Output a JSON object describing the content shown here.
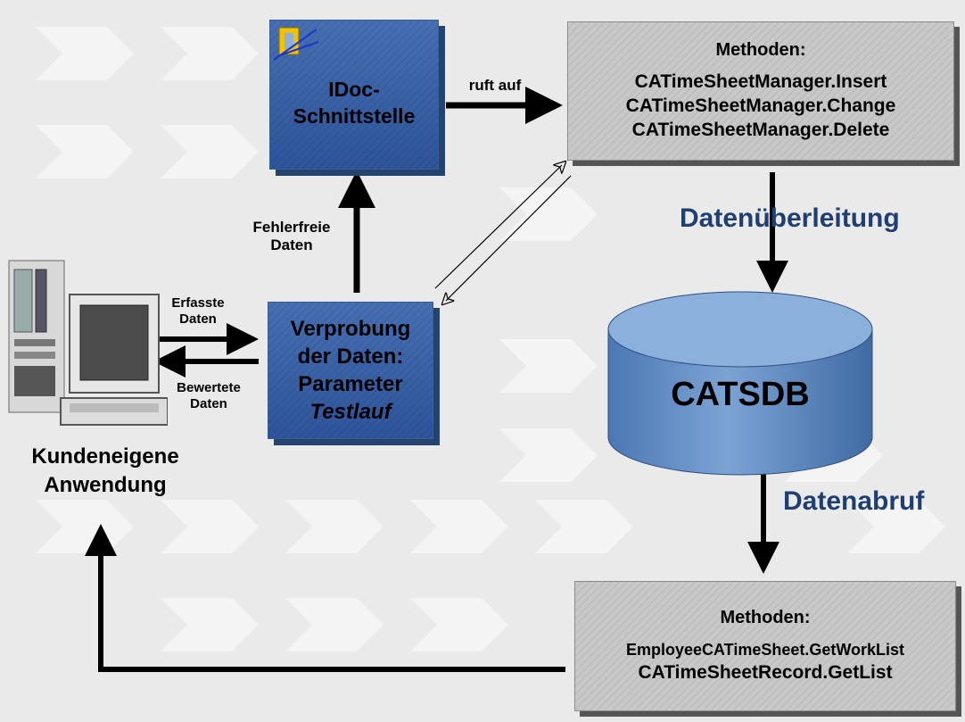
{
  "idoc_box": {
    "line1": "IDoc-",
    "line2": "Schnittstelle"
  },
  "methods_top": {
    "title": "Methoden:",
    "items": [
      "CATimeSheetManager.Insert",
      "CATimeSheetManager.Change",
      "CATimeSheetManager.Delete"
    ]
  },
  "check_box": {
    "line1": "Verprobung",
    "line2": "der Daten:",
    "line3": "Parameter",
    "line4": "Testlauf"
  },
  "db": {
    "label": "CATSDB"
  },
  "methods_bottom": {
    "title": "Methoden:",
    "items": [
      "EmployeeCATimeSheet.GetWorkList",
      "CATimeSheetRecord.GetList"
    ]
  },
  "labels": {
    "calls": "ruft auf",
    "error_free_1": "Fehlerfreie",
    "error_free_2": "Daten",
    "captured_1": "Erfasste",
    "captured_2": "Daten",
    "evaluated_1": "Bewertete",
    "evaluated_2": "Daten",
    "transfer": "Datenüberleitung",
    "retrieval": "Datenabruf",
    "app_1": "Kundeneigene",
    "app_2": "Anwendung"
  },
  "colors": {
    "accent": "#1f3f73",
    "blue_box": "#7fa1cf",
    "gray_box": "#c8c8c8",
    "db": "#5b86bd"
  }
}
